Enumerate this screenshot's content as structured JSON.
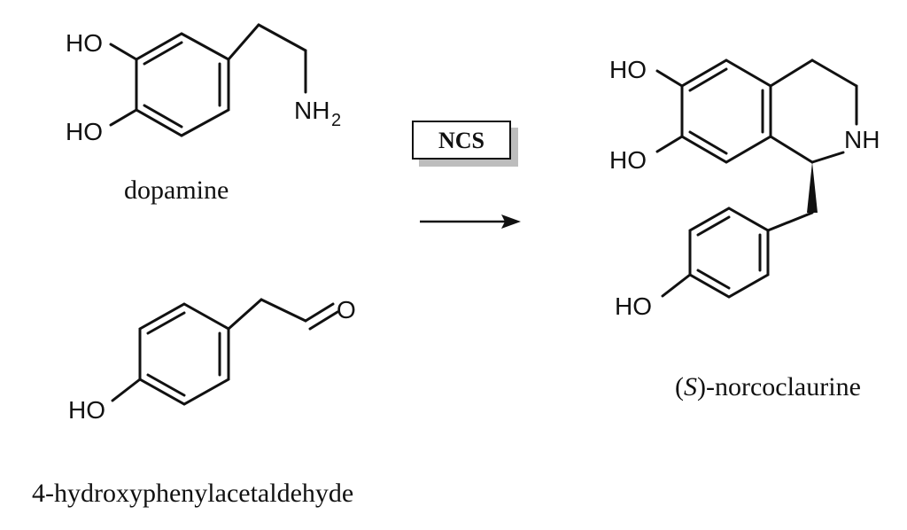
{
  "scheme": {
    "reactant_1": {
      "name": "dopamine",
      "substituents": {
        "hydroxyl_top": "HO",
        "hydroxyl_bottom": "HO",
        "amine": "NH",
        "amine_subscript": "2"
      }
    },
    "reactant_2": {
      "name": "4-hydroxyphenylacetaldehyde",
      "substituents": {
        "hydroxyl": "HO",
        "carbonyl_oxygen": "O"
      }
    },
    "enzyme": {
      "label": "NCS"
    },
    "product": {
      "name_prefix": "(",
      "name_stereo": "S",
      "name_suffix": ")-norcoclaurine",
      "substituents": {
        "hydroxyl_top": "HO",
        "hydroxyl_middle": "HO",
        "ring_nh": "NH",
        "hydroxyl_phenol": "HO"
      }
    }
  }
}
